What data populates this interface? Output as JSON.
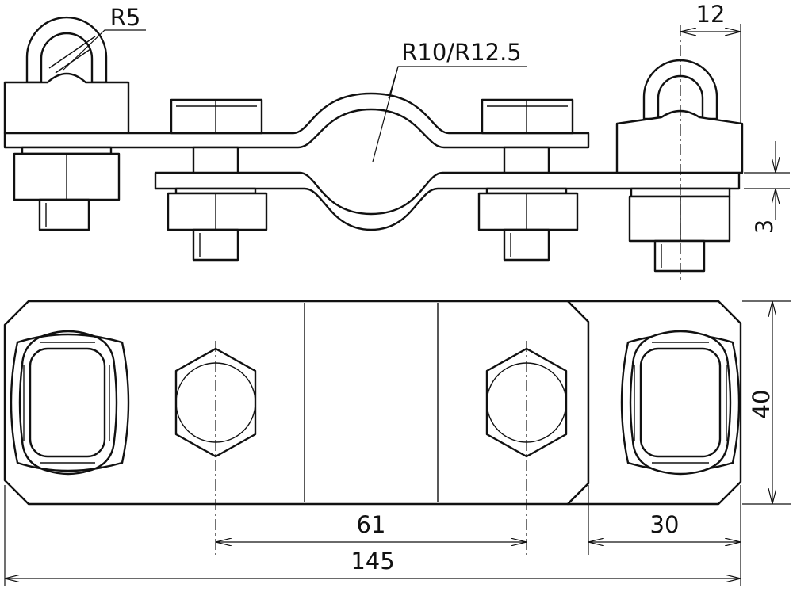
{
  "labels": {
    "radius_eye": "R5",
    "radius_saddle": "R10/R12.5",
    "offset_eye": "12",
    "thickness": "3",
    "height": "40",
    "bolt_spacing": "61",
    "end_distance": "30",
    "overall_length": "145"
  }
}
